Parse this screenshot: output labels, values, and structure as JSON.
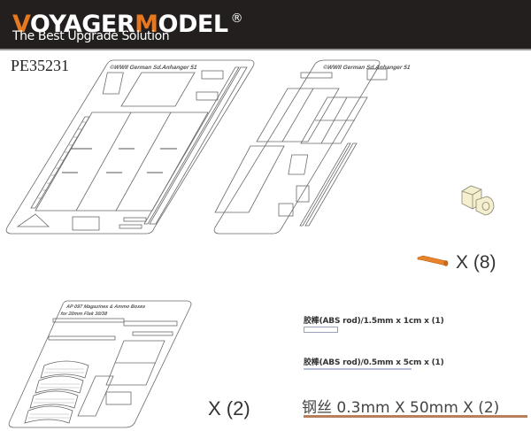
{
  "header": {
    "brand_first_letter": "V",
    "brand_part1": "OYAGER",
    "brand_m": "M",
    "brand_part2": "ODEL",
    "registered": "®",
    "tagline": "The Best Upgrade Solution",
    "colors": {
      "background": "#231f1e",
      "accent": "#e8781e",
      "text": "#ffffff"
    }
  },
  "product": {
    "part_number": "PE35231"
  },
  "frets": [
    {
      "id": "fret-a",
      "title": "©WWII German Sd.Anhanger 51"
    },
    {
      "id": "fret-b",
      "title": "©WWII German Sd.Anhanger 51"
    },
    {
      "id": "fret-c",
      "title_line1": "AP 097 Magazines & Ammo Boxes",
      "title_line2": "for 20mm Flak 30/38",
      "quantity": "X (2)"
    }
  ],
  "resin_parts": {
    "bracket": {
      "icon": "resin-bracket-icon",
      "color": "#f4efcf"
    },
    "shell": {
      "icon": "turned-shell-icon",
      "color": "#e8832a",
      "quantity": "X (8)"
    }
  },
  "materials": [
    {
      "label": "胶棒(ABS rod)/1.5mm x 1cm x (1)"
    },
    {
      "label": "胶棒(ABS rod)/0.5mm x 5cm x (1)"
    },
    {
      "label": "钢丝 0.3mm X 50mm X (2)",
      "line_color": "#b8805a"
    }
  ]
}
